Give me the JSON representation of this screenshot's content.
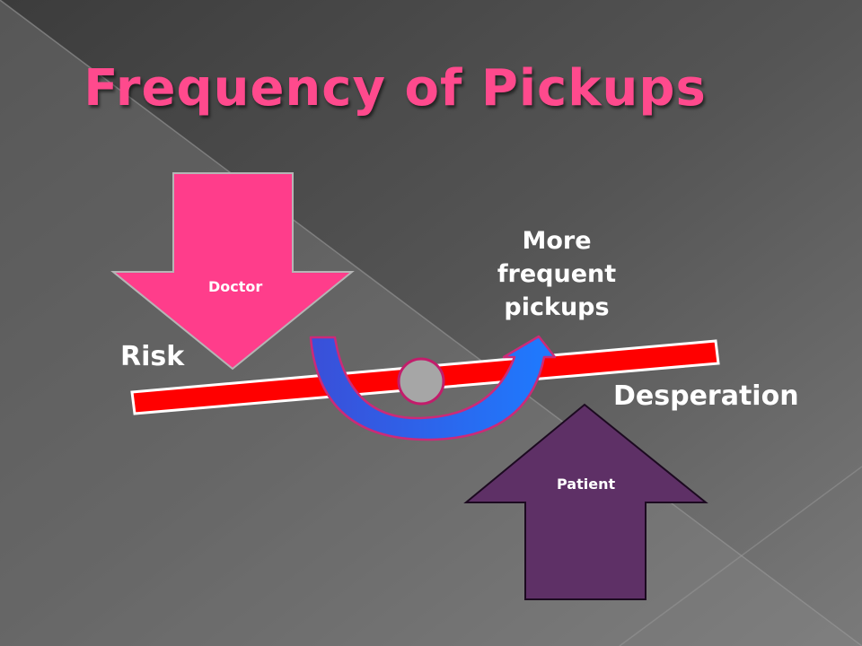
{
  "title": "Frequency of Pickups",
  "labels": {
    "risk": "Risk",
    "desperation": "Desperation",
    "more_frequent_pickups": "More frequent pickups",
    "doctor": "Doctor",
    "patient": "Patient"
  },
  "colors": {
    "title": "#ff4a8d",
    "doctor_arrow": "#ff3d8b",
    "patient_arrow": "#5e3066",
    "seesaw_bar": "#ff0000",
    "fulcrum": "#a6a6a6",
    "curved_arrow": "#2a5cf0"
  }
}
